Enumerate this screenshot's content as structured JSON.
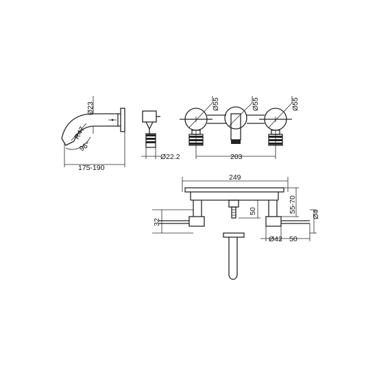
{
  "dimensions": {
    "spout_diameter": "Ø23",
    "spout_radius": "R47",
    "spout_angle": "96°",
    "spout_projection": "175-190",
    "body_diameter": "Ø22.2",
    "handle_left_diameter": "Ø55",
    "spout_plate_diameter": "Ø55",
    "handle_right_diameter": "Ø55",
    "handle_centers": "203",
    "overall_width": "249",
    "wall_depth": "55-70",
    "lever_diameter": "Ø4",
    "valve_height": "50",
    "lever_offset": "32",
    "valve_diameter": "Ø42",
    "lever_length": "50"
  }
}
